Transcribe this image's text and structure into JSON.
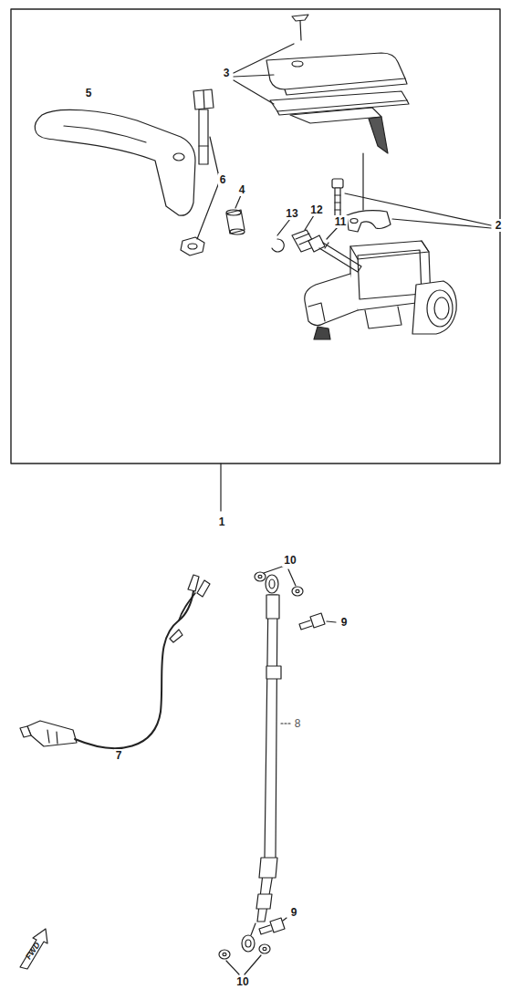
{
  "diagram": {
    "labels": [
      "3",
      "5",
      "6",
      "4",
      "13",
      "12",
      "11",
      "2",
      "1",
      "10",
      "9",
      "7",
      "8",
      "9",
      "10",
      "FWD"
    ]
  }
}
